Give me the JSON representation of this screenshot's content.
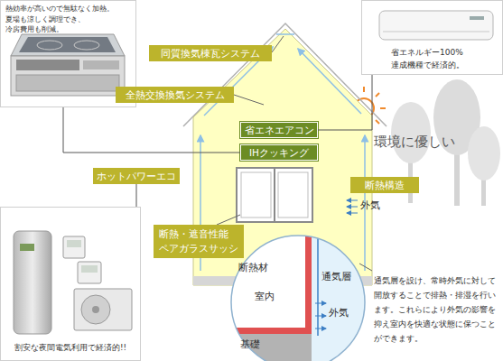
{
  "diagram": {
    "nodes": [
      {
        "text": [
          "熱効率が高いので無駄なく加熱。 夏場も涼しく調理でき、冷房費用も削減。"
        ]
      },
      {
        "text": [
          "同質換気棟瓦システム"
        ]
      },
      {
        "text": [
          "省エネルギー100% 達成機種で経済的。"
        ]
      },
      {
        "text": [
          "全熱交換換気システム"
        ]
      },
      {
        "text": [
          "省エネエアコン"
        ]
      },
      {
        "text": [
          "IHクッキング"
        ]
      },
      {
        "text": [
          "ホットパワーエコ"
        ]
      },
      {
        "text": [
          "断熱構造"
        ]
      },
      {
        "text": [
          "断熱・遮音性能 ペアガラスサッシ"
        ]
      },
      {
        "text": [
          "割安な夜間電気利用で経済的!!"
        ]
      }
    ],
    "edges": [
      {
        "from": 0,
        "to": 5,
        "arrow": "none"
      },
      {
        "from": 2,
        "to": 4,
        "arrow": "none"
      },
      {
        "from": 6,
        "to": 9,
        "arrow": "none"
      }
    ],
    "labels": [
      "環境に優しい",
      "外気",
      "断熱材",
      "室内",
      "通気層",
      "外気",
      "基礎",
      "通気層を設け、常時外気に対して開放することで排熱・排湿を行います。これらにより外気の影響を抑え室内を快適な状態に保つことができます。"
    ]
  }
}
